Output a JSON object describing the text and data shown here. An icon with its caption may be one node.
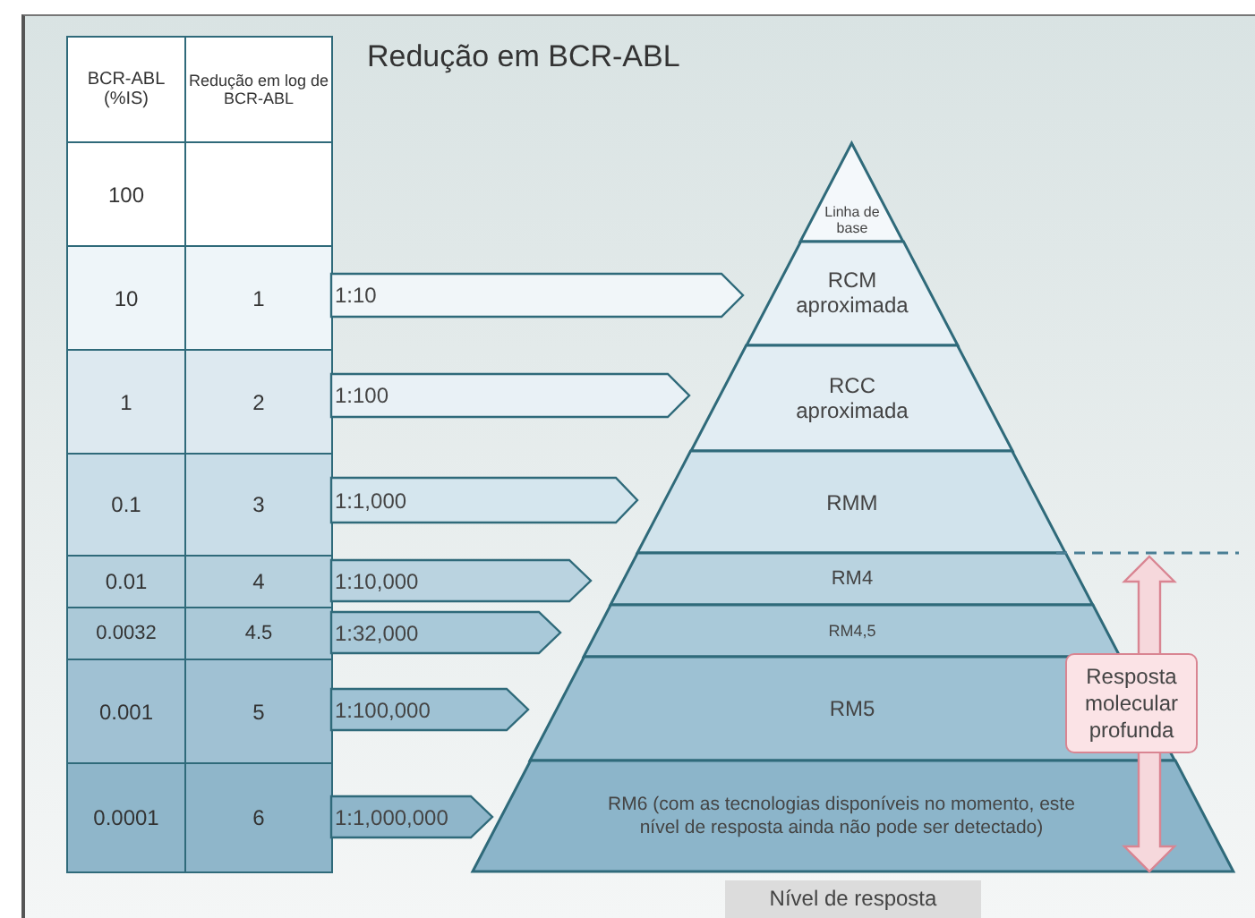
{
  "diagram": {
    "title": "Redução em BCR-ABL",
    "nodes": [
      {
        "text": [
          "Linha de base"
        ]
      },
      {
        "text": [
          "RCM aproximada"
        ]
      },
      {
        "text": [
          "RCC aproximada"
        ]
      },
      {
        "text": [
          "RMM"
        ]
      },
      {
        "text": [
          "RM4"
        ]
      },
      {
        "text": [
          "RM4,5"
        ]
      },
      {
        "text": [
          "RM5"
        ]
      },
      {
        "text": [
          "RM6 (com as tecnologias  disponíveis no momento, este nível de resposta ainda não pode ser detectado)"
        ]
      },
      {
        "text": [
          "1:10"
        ]
      },
      {
        "text": [
          "1:100"
        ]
      },
      {
        "text": [
          "1:1,000"
        ]
      },
      {
        "text": [
          "1:10,000"
        ]
      },
      {
        "text": [
          "1:32,000"
        ]
      },
      {
        "text": [
          "1:100,000"
        ]
      },
      {
        "text": [
          "1:1,000,000"
        ]
      },
      {
        "text": [
          "Resposta molecular profunda"
        ]
      },
      {
        "text": [
          "Nível de resposta"
        ]
      }
    ],
    "labels": [
      "BCR-ABL (%IS)",
      "Redução em log de BCR-ABL",
      "100",
      "10",
      "1",
      "1",
      "2",
      "0.1",
      "3",
      "0.01",
      "4",
      "0.0032",
      "4.5",
      "0.001",
      "5",
      "0.0001",
      "6"
    ]
  }
}
